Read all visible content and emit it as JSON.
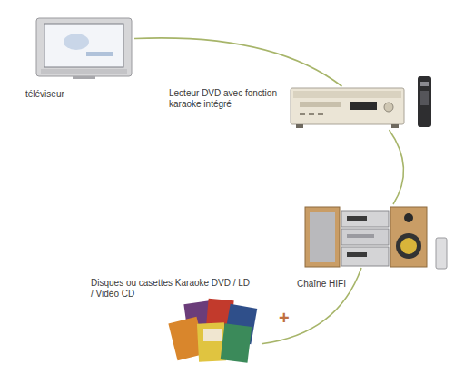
{
  "diagram": {
    "nodes": [
      {
        "text": [
          "téléviseur"
        ]
      },
      {
        "text": [
          "Lecteur DVD avec fonction karaoke intégré"
        ]
      },
      {
        "text": [
          "Chaîne HIFI"
        ]
      },
      {
        "text": [
          "Disques ou casettes Karaoke DVD / LD / Vidéo CD"
        ]
      }
    ],
    "edges": [
      {
        "from": 0,
        "to": 1,
        "arrow": "none"
      },
      {
        "from": 1,
        "to": 2,
        "arrow": "none"
      },
      {
        "from": 2,
        "to": 3,
        "arrow": "none"
      }
    ],
    "labels": [
      "+"
    ]
  }
}
